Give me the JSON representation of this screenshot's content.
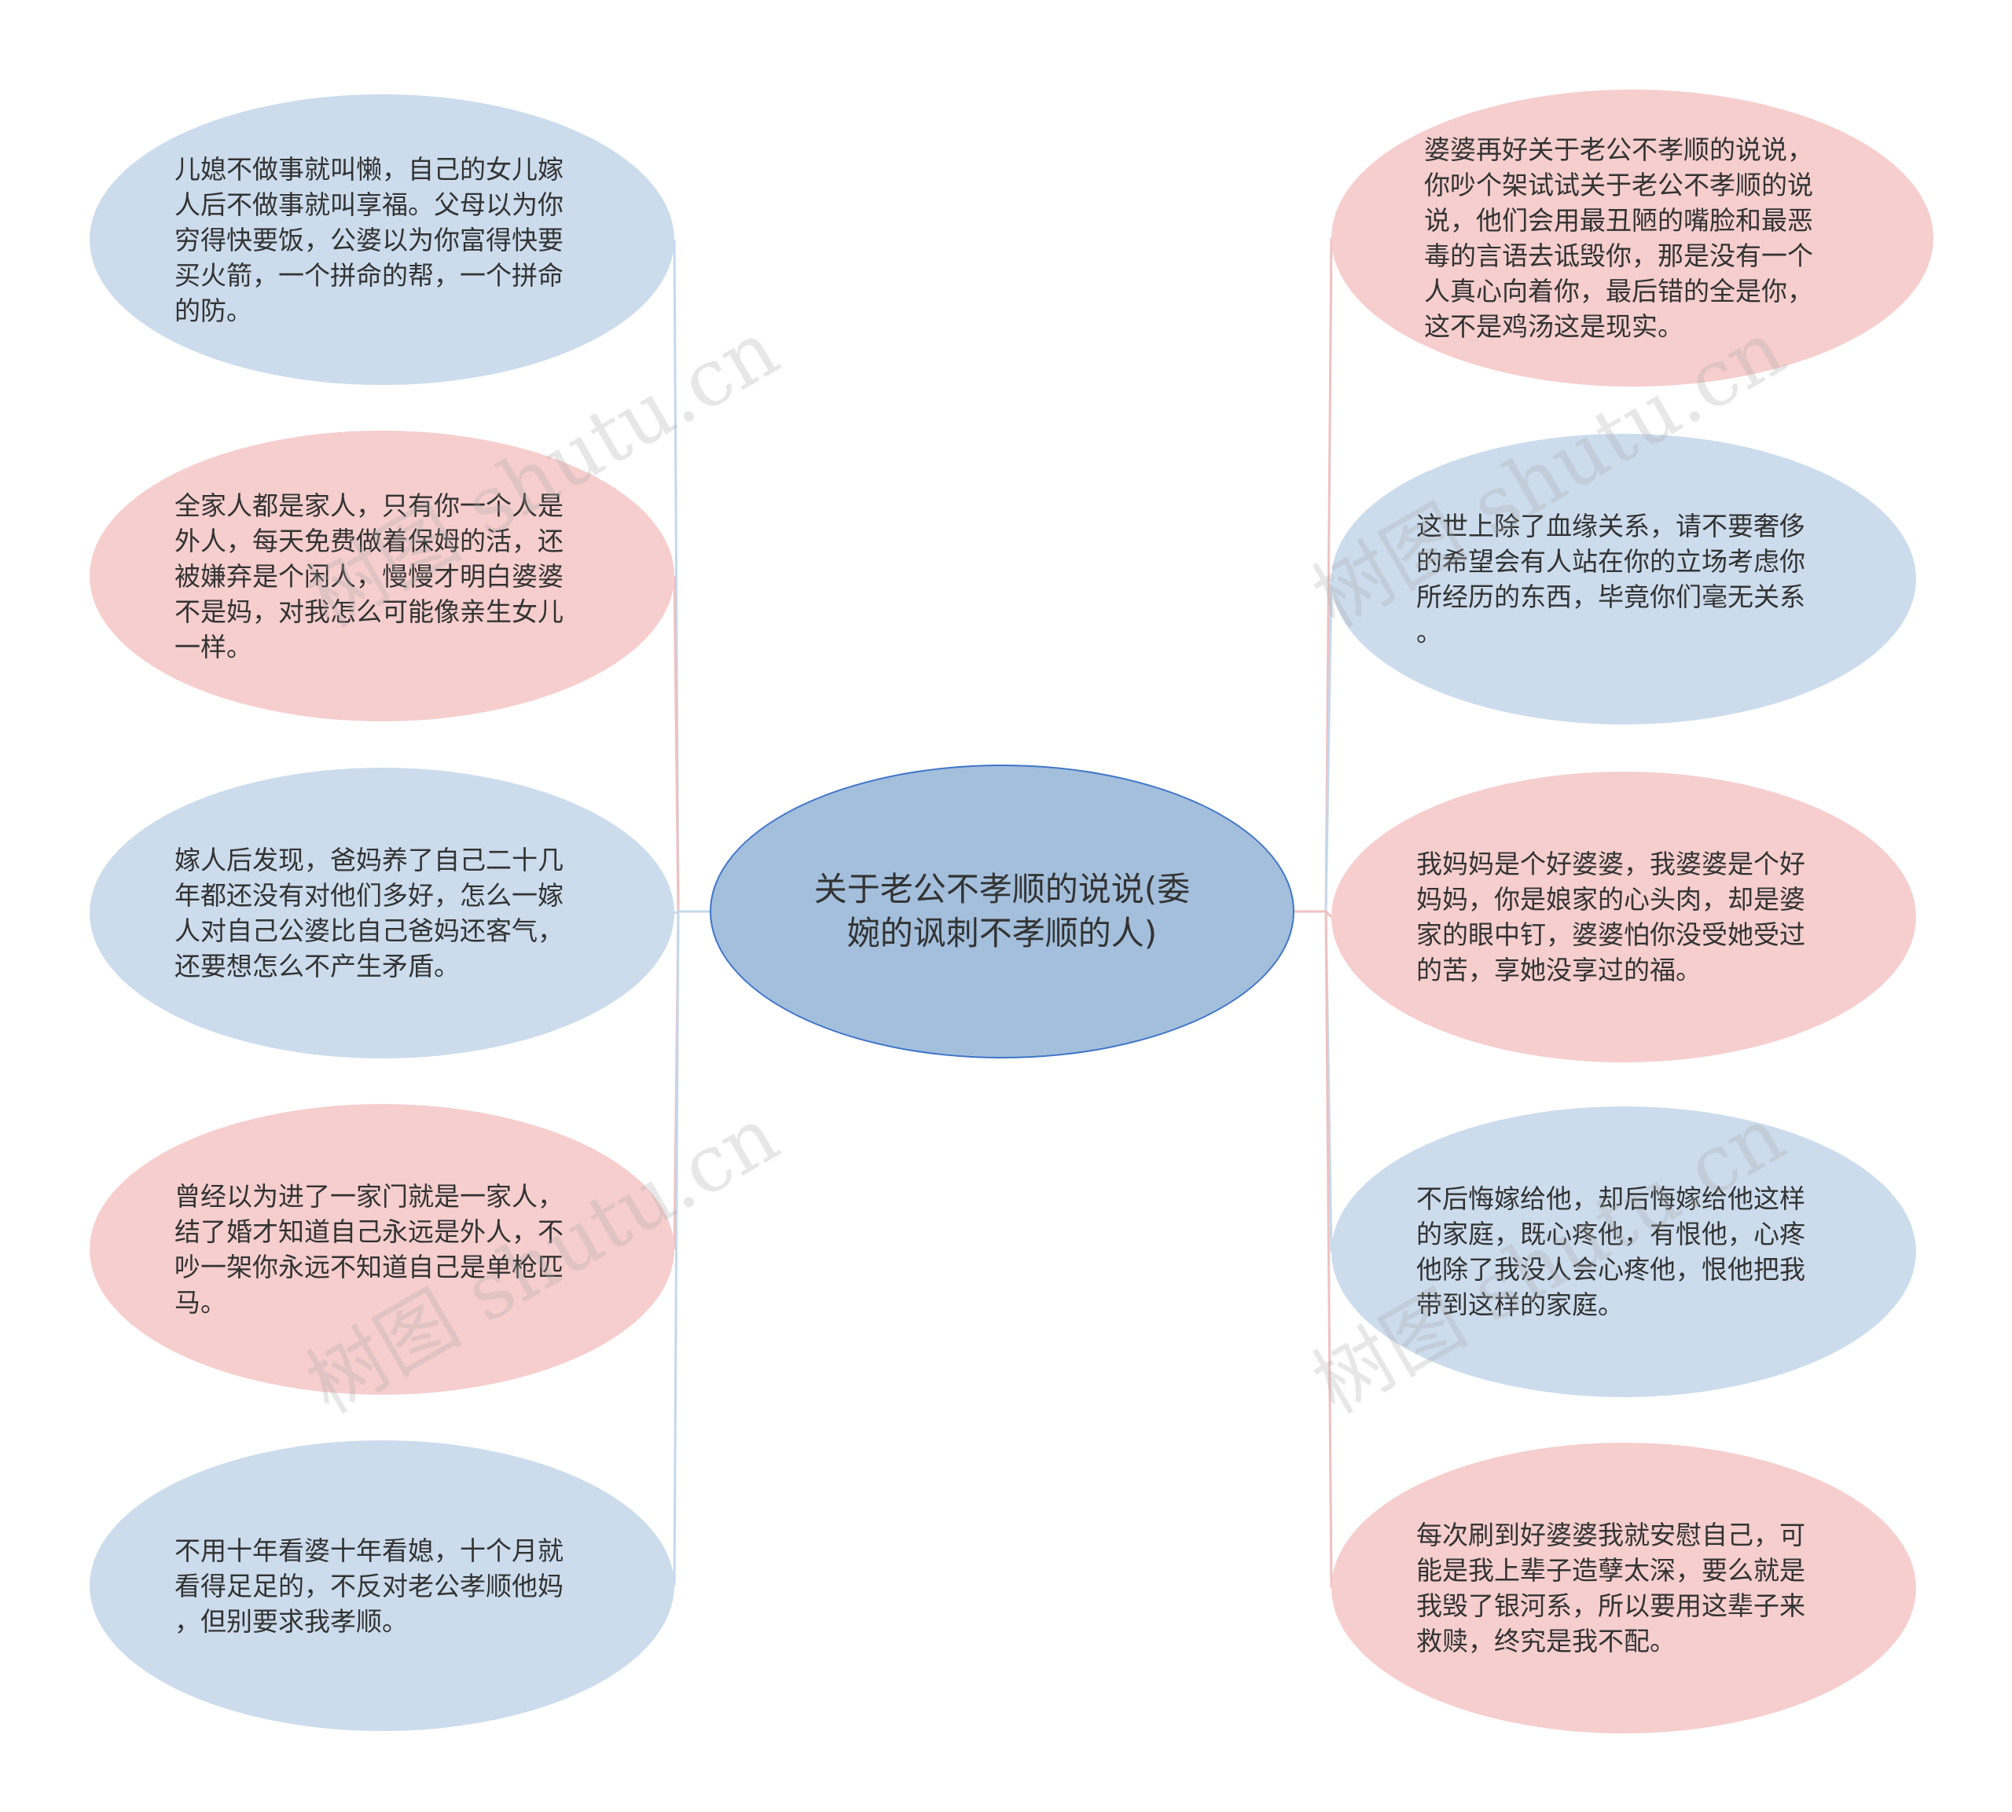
{
  "colors": {
    "blue_fill": "#ccdcec",
    "pink_fill": "#f6cece",
    "center_fill": "#a3bfdc",
    "center_border": "#3f74c9",
    "blue_line": "#c4d8ec",
    "pink_line": "#f0c0c0",
    "text": "#333333"
  },
  "center": {
    "text": "关于老公不孝顺的说说(委\n婉的讽刺不孝顺的人)"
  },
  "left_nodes": [
    {
      "color": "blue",
      "text": "儿媳不做事就叫懒，自己的女儿嫁\n人后不做事就叫享福。父母以为你\n穷得快要饭，公婆以为你富得快要\n买火箭，一个拼命的帮，一个拼命\n的防。"
    },
    {
      "color": "pink",
      "text": "全家人都是家人，只有你一个人是\n外人，每天免费做着保姆的活，还\n被嫌弃是个闲人，慢慢才明白婆婆\n不是妈，对我怎么可能像亲生女儿\n一样。"
    },
    {
      "color": "blue",
      "text": "嫁人后发现，爸妈养了自己二十几\n年都还没有对他们多好，怎么一嫁\n人对自己公婆比自己爸妈还客气，\n还要想怎么不产生矛盾。"
    },
    {
      "color": "pink",
      "text": "曾经以为进了一家门就是一家人，\n结了婚才知道自己永远是外人，不\n吵一架你永远不知道自己是单枪匹\n马。"
    },
    {
      "color": "blue",
      "text": "不用十年看婆十年看媳，十个月就\n看得足足的，不反对老公孝顺他妈\n，但别要求我孝顺。"
    }
  ],
  "right_nodes": [
    {
      "color": "pink",
      "text": "婆婆再好关于老公不孝顺的说说，\n你吵个架试试关于老公不孝顺的说\n说，他们会用最丑陋的嘴脸和最恶\n毒的言语去诋毁你，那是没有一个\n人真心向着你，最后错的全是你，\n这不是鸡汤这是现实。"
    },
    {
      "color": "blue",
      "text": "这世上除了血缘关系，请不要奢侈\n的希望会有人站在你的立场考虑你\n所经历的东西，毕竟你们毫无关系\n。"
    },
    {
      "color": "pink",
      "text": "我妈妈是个好婆婆，我婆婆是个好\n妈妈，你是娘家的心头肉，却是婆\n家的眼中钉，婆婆怕你没受她受过\n的苦，享她没享过的福。"
    },
    {
      "color": "blue",
      "text": "不后悔嫁给他，却后悔嫁给他这样\n的家庭，既心疼他，有恨他，心疼\n他除了我没人会心疼他，恨他把我\n带到这样的家庭。"
    },
    {
      "color": "pink",
      "text": "每次刷到好婆婆我就安慰自己，可\n能是我上辈子造孽太深，要么就是\n我毁了银河系，所以要用这辈子来\n救赎，终究是我不配。"
    }
  ],
  "watermarks": [
    "树图 shutu.cn",
    "树图 shutu.cn",
    "树图 shutu.cn",
    "树图 shutu.cn"
  ]
}
